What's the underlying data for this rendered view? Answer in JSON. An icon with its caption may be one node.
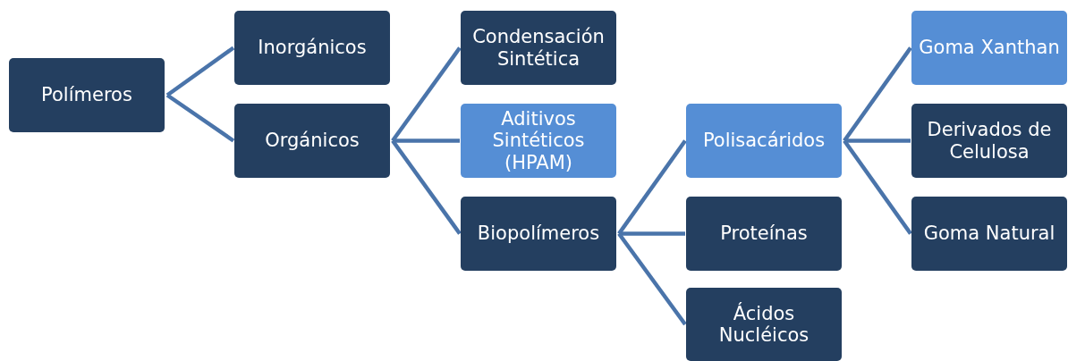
{
  "diagram": {
    "nodes": [
      {
        "text": [
          "Polímeros"
        ]
      },
      {
        "text": [
          "Inorgánicos"
        ]
      },
      {
        "text": [
          "Orgánicos"
        ]
      },
      {
        "text": [
          "Condensación Sintética"
        ]
      },
      {
        "text": [
          "Aditivos Sintéticos (HPAM)"
        ]
      },
      {
        "text": [
          "Biopolímeros"
        ]
      },
      {
        "text": [
          "Polisacáridos"
        ]
      },
      {
        "text": [
          "Proteínas"
        ]
      },
      {
        "text": [
          "Ácidos Nucléicos"
        ]
      },
      {
        "text": [
          "Goma Xanthan"
        ]
      },
      {
        "text": [
          "Derivados de Celulosa"
        ]
      },
      {
        "text": [
          "Goma Natural"
        ]
      }
    ],
    "edges": [
      {
        "from": 0,
        "to": 1,
        "arrow": "none"
      },
      {
        "from": 0,
        "to": 2,
        "arrow": "none"
      },
      {
        "from": 2,
        "to": 3,
        "arrow": "none"
      },
      {
        "from": 2,
        "to": 4,
        "arrow": "none"
      },
      {
        "from": 2,
        "to": 5,
        "arrow": "none"
      },
      {
        "from": 5,
        "to": 6,
        "arrow": "none"
      },
      {
        "from": 5,
        "to": 7,
        "arrow": "none"
      },
      {
        "from": 5,
        "to": 8,
        "arrow": "none"
      },
      {
        "from": 6,
        "to": 9,
        "arrow": "none"
      },
      {
        "from": 6,
        "to": 10,
        "arrow": "none"
      },
      {
        "from": 6,
        "to": 11,
        "arrow": "none"
      }
    ]
  }
}
